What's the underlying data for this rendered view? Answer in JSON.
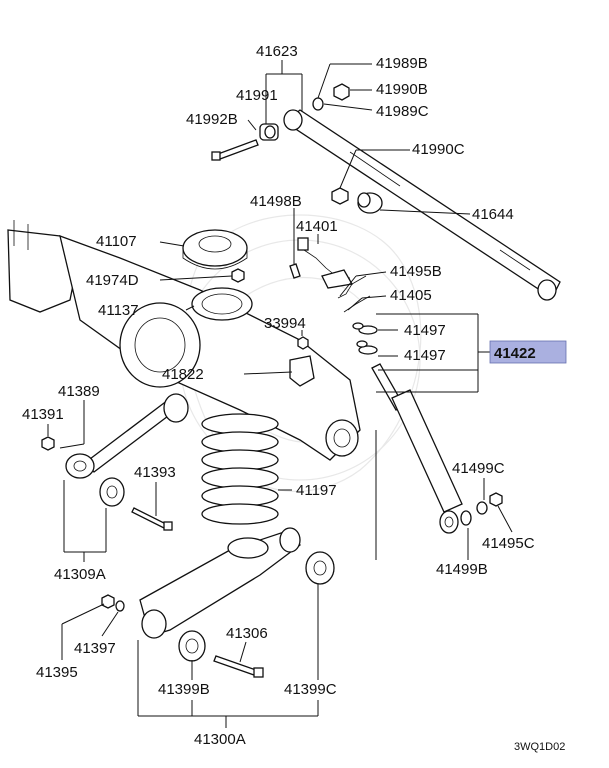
{
  "diagram": {
    "labels": {
      "p41623": "41623",
      "p41989B": "41989B",
      "p41990B": "41990B",
      "p41989C": "41989C",
      "p41991": "41991",
      "p41992B": "41992B",
      "p41990C": "41990C",
      "p41644": "41644",
      "p41498B": "41498B",
      "p41401": "41401",
      "p41107": "41107",
      "p41974D": "41974D",
      "p41495B": "41495B",
      "p41405": "41405",
      "p41137": "41137",
      "p33994": "33994",
      "p41497a": "41497",
      "p41497b": "41497",
      "p41422": "41422",
      "p41822": "41822",
      "p41389": "41389",
      "p41391": "41391",
      "p41393": "41393",
      "p41197": "41197",
      "p41499C": "41499C",
      "p41495C": "41495C",
      "p41499B": "41499B",
      "p41309A": "41309A",
      "p41306": "41306",
      "p41397": "41397",
      "p41395": "41395",
      "p41399B": "41399B",
      "p41399C": "41399C",
      "p41300A": "41300A"
    },
    "code": "3WQ1D02",
    "highlight_color": "#aab0e0"
  }
}
